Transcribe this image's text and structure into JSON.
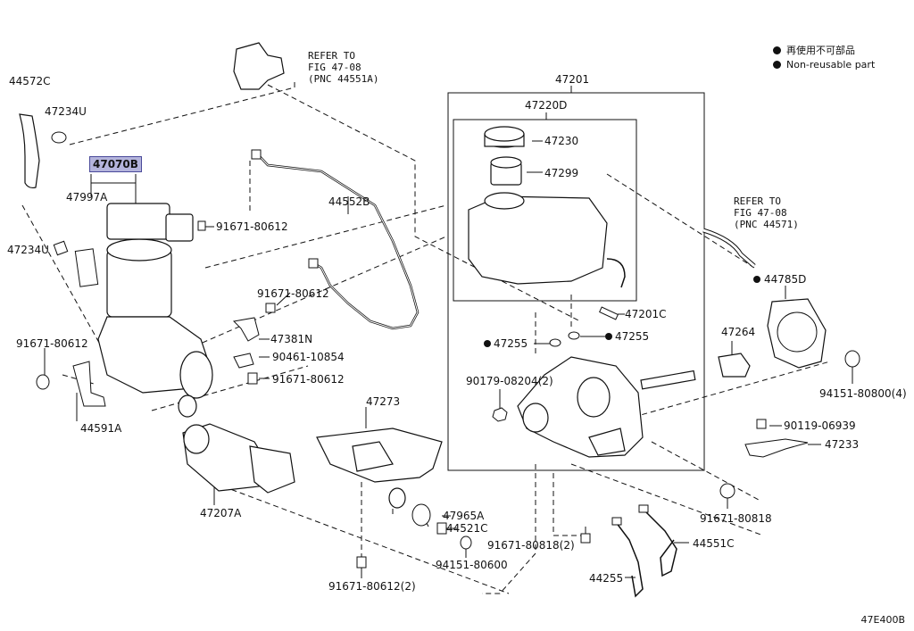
{
  "legend": {
    "jp": "再使用不可部品",
    "en": "Non-reusable part"
  },
  "diagram_code": "47E400B",
  "refs": [
    {
      "id": "ref1",
      "lines": [
        "REFER TO",
        "FIG 47-08",
        "(PNC 44551A)"
      ]
    },
    {
      "id": "ref2",
      "lines": [
        "REFER TO",
        "FIG 47-08",
        "(PNC 44571)"
      ]
    }
  ],
  "labels": {
    "p44572C": "44572C",
    "p47234U_top": "47234U",
    "p47070B": "47070B",
    "p47997A": "47997A",
    "p47234U_left": "47234U",
    "p91671_80612_a": "91671-80612",
    "p91671_80612_b": "91671-80612",
    "p91671_80612_c": "91671-80612",
    "p91671_80612_d": "91671-80612",
    "p47381N": "47381N",
    "p90461_10854": "90461-10854",
    "p44591A": "44591A",
    "p44552B": "44552B",
    "p47273": "47273",
    "p47207A": "47207A",
    "p47965A": "47965A",
    "p44521C": "44521C",
    "p94151_80600": "94151-80600",
    "p91671_80612_2": "91671-80612(2)",
    "p47201": "47201",
    "p47220D": "47220D",
    "p47230": "47230",
    "p47299": "47299",
    "p47201C": "47201C",
    "p47255_a": "47255",
    "p47255_b": "47255",
    "p90179_08204_2": "90179-08204(2)",
    "p47264": "47264",
    "p44785D": "44785D",
    "p94151_80800_4": "94151-80800(4)",
    "p90119_06939": "90119-06939",
    "p47233": "47233",
    "p91671_80818": "91671-80818",
    "p91671_80818_2": "91671-80818(2)",
    "p44551C": "44551C",
    "p44255": "44255"
  }
}
